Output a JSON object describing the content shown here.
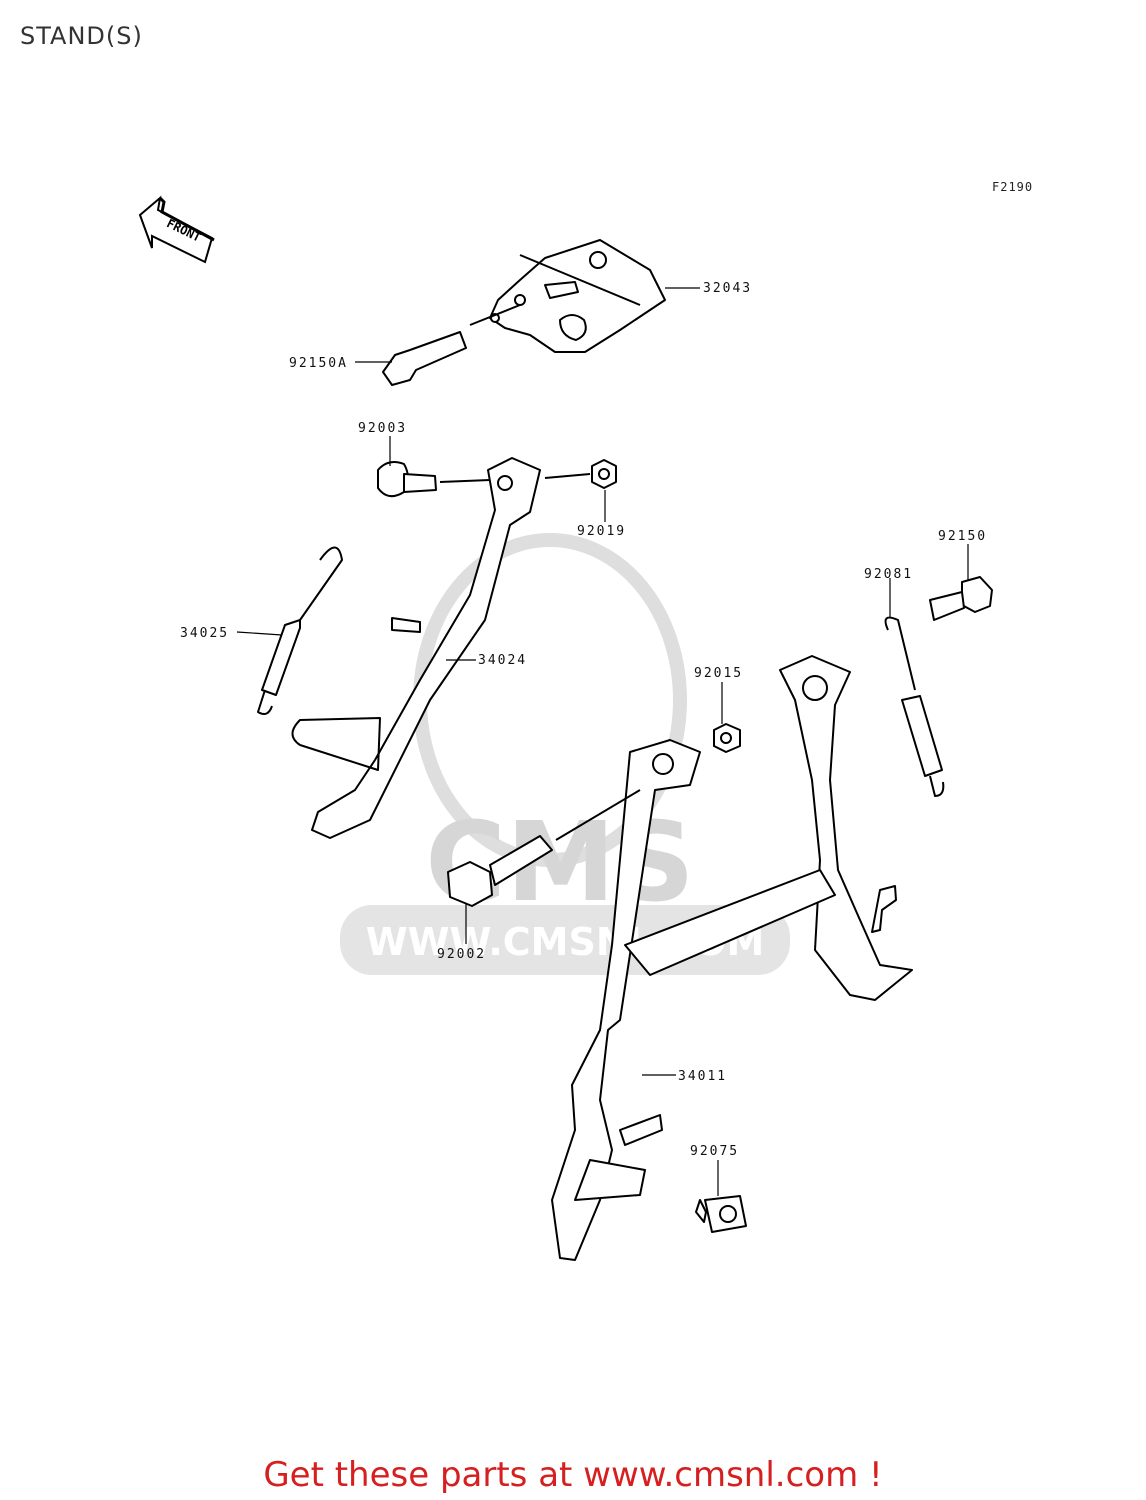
{
  "page": {
    "title": "STAND(S)",
    "figure_code": "F2190"
  },
  "direction_arrow": {
    "label": "FRONT"
  },
  "watermark": {
    "logo_text": "CMS",
    "url_text": "WWW.CMSNL.COM"
  },
  "parts": {
    "p32043": "32043",
    "p92150A": "92150A",
    "p92003": "92003",
    "p92019": "92019",
    "p34025": "34025",
    "p34024": "34024",
    "p92150": "92150",
    "p92081": "92081",
    "p92015": "92015",
    "p92002": "92002",
    "p34011": "34011",
    "p92075": "92075"
  },
  "footer": {
    "text": "Get these parts at www.cmsnl.com !"
  },
  "colors": {
    "line": "#000000",
    "watermark": "#d6d6d6",
    "footer": "#d61f1f"
  }
}
